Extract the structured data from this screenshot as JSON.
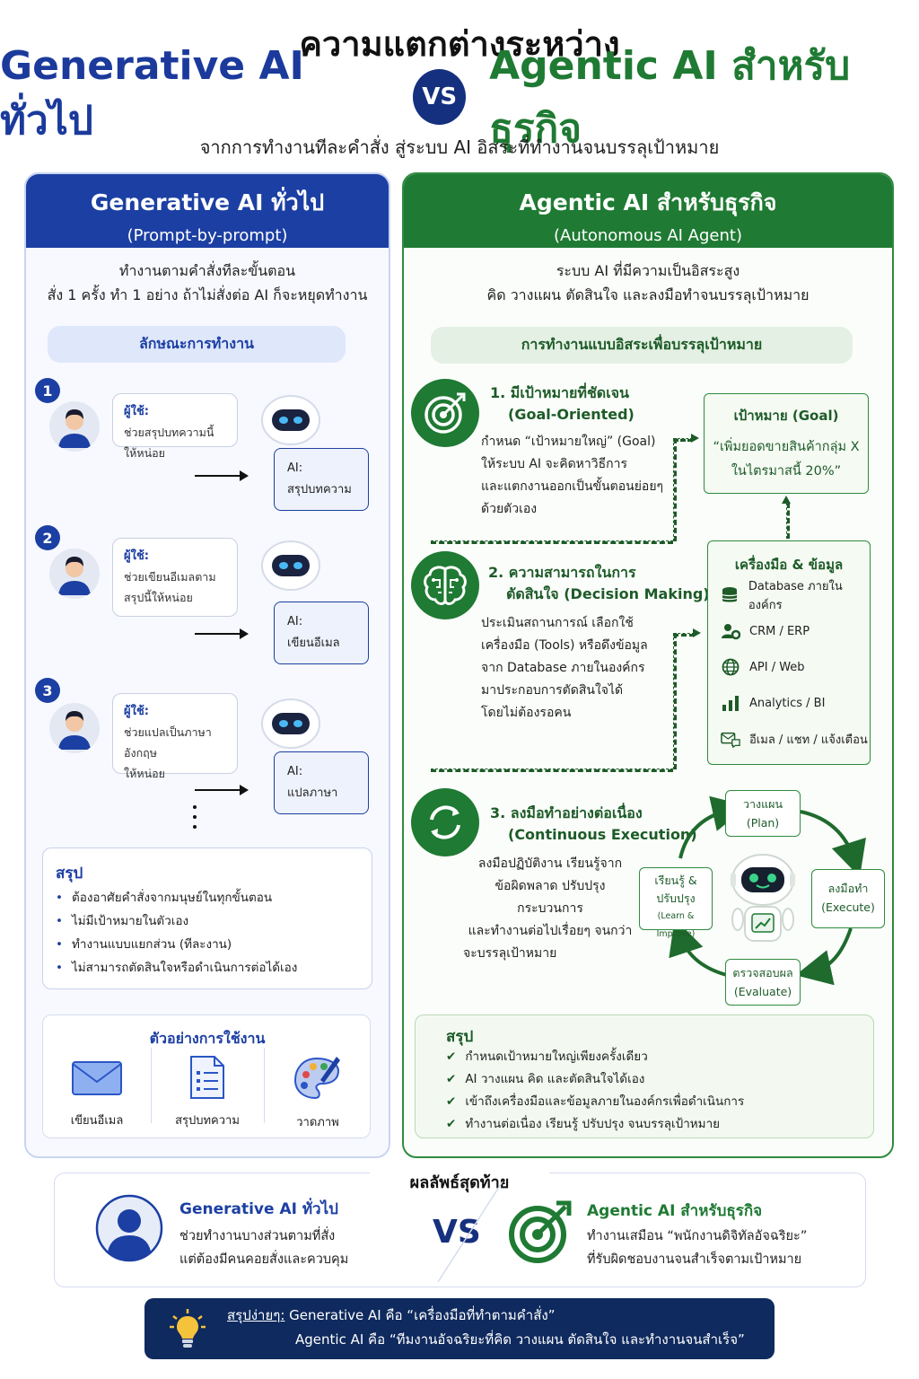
{
  "header": {
    "line1": "ความแตกต่างระหว่าง",
    "gen_title": "Generative AI ทั่วไป",
    "vs": "VS",
    "agent_title": "Agentic AI สำหรับธุรกิจ",
    "subtitle": "จากการทำงานทีละคำสั่ง สู่ระบบ AI อิสระที่ทำงานจนบรรลุเป้าหมาย"
  },
  "left": {
    "title": "Generative AI ทั่วไป",
    "subtitle": "(Prompt-by-prompt)",
    "intro1": "ทำงานตามคำสั่งทีละขั้นตอน",
    "intro2": "สั่ง 1 ครั้ง ทำ 1 อย่าง ถ้าไม่สั่งต่อ AI ก็จะหยุดทำงาน",
    "pill": "ลักษณะการทำงาน",
    "steps": [
      {
        "num": "1",
        "who": "ผู้ใช้:",
        "msg1": "ช่วยสรุปบทความนี้ให้หน่อย",
        "msg2": "",
        "ai_label": "AI:",
        "ai_result": "สรุปบทความ"
      },
      {
        "num": "2",
        "who": "ผู้ใช้:",
        "msg1": "ช่วยเขียนอีเมลตาม",
        "msg2": "สรุปนี้ให้หน่อย",
        "ai_label": "AI:",
        "ai_result": "เขียนอีเมล"
      },
      {
        "num": "3",
        "who": "ผู้ใช้:",
        "msg1": "ช่วยแปลเป็นภาษาอังกฤษ",
        "msg2": "ให้หน่อย",
        "ai_label": "AI:",
        "ai_result": "แปลภาษา"
      }
    ],
    "summary": {
      "title": "สรุป",
      "items": [
        "ต้องอาศัยคำสั่งจากมนุษย์ในทุกขั้นตอน",
        "ไม่มีเป้าหมายในตัวเอง",
        "ทำงานแบบแยกส่วน (ทีละงาน)",
        "ไม่สามารถตัดสินใจหรือดำเนินการต่อได้เอง"
      ]
    },
    "examples": {
      "title": "ตัวอย่างการใช้งาน",
      "items": [
        "เขียนอีเมล",
        "สรุปบทความ",
        "วาดภาพ"
      ]
    }
  },
  "right": {
    "title": "Agentic AI สำหรับธุรกิจ",
    "subtitle": "(Autonomous AI Agent)",
    "intro1": "ระบบ AI ที่มีความเป็นอิสระสูง",
    "intro2": "คิด วางแผน ตัดสินใจ และลงมือทำจนบรรลุเป้าหมาย",
    "pill": "การทำงานแบบอิสระเพื่อบรรลุเป้าหมาย",
    "features": [
      {
        "title1": "1. มีเป้าหมายที่ชัดเจน",
        "title2": "(Goal-Oriented)",
        "desc": [
          "กำหนด “เป้าหมายใหญ่” (Goal)",
          "ให้ระบบ AI จะคิดหาวิธีการ",
          "และแตกงานออกเป็นขั้นตอนย่อยๆ",
          "ด้วยตัวเอง"
        ]
      },
      {
        "title1": "2. ความสามารถในการ",
        "title2": "ตัดสินใจ (Decision Making)",
        "desc": [
          "ประเมินสถานการณ์ เลือกใช้",
          "เครื่องมือ (Tools) หรือดึงข้อมูล",
          "จาก Database ภายในองค์กร",
          "มาประกอบการตัดสินใจได้",
          "โดยไม่ต้องรอคน"
        ]
      },
      {
        "title1": "3. ลงมือทำอย่างต่อเนื่อง",
        "title2": "(Continuous Execution)",
        "desc": [
          "ลงมือปฏิบัติงาน เรียนรู้จาก",
          "ข้อผิดพลาด ปรับปรุงกระบวนการ",
          "และทำงานต่อไปเรื่อยๆ จนกว่า",
          "จะบรรลุเป้าหมาย"
        ]
      }
    ],
    "goal": {
      "title": "เป้าหมาย (Goal)",
      "line1": "“เพิ่มยอดขายสินค้ากลุ่ม X",
      "line2": "ในไตรมาสนี้ 20%”"
    },
    "tools": {
      "title": "เครื่องมือ & ข้อมูล",
      "items": [
        "Database ภายในองค์กร",
        "CRM / ERP",
        "API / Web",
        "Analytics / BI",
        "อีเมล / แชท / แจ้งเตือน"
      ]
    },
    "cycle": {
      "plan1": "วางแผน",
      "plan2": "(Plan)",
      "exec1": "ลงมือทำ",
      "exec2": "(Execute)",
      "eval1": "ตรวจสอบผล",
      "eval2": "(Evaluate)",
      "learn1": "เรียนรู้ &",
      "learn2": "ปรับปรุง",
      "learn3": "(Learn & Improve)"
    },
    "summary": {
      "title": "สรุป",
      "items": [
        "กำหนดเป้าหมายใหญ่เพียงครั้งเดียว",
        "AI วางแผน คิด และตัดสินใจได้เอง",
        "เข้าถึงเครื่องมือและข้อมูลภายในองค์กรเพื่อดำเนินการ",
        "ทำงานต่อเนื่อง เรียนรู้ ปรับปรุง จนบรรลุเป้าหมาย"
      ]
    }
  },
  "final": {
    "title": "ผลลัพธ์สุดท้าย",
    "gen_title": "Generative AI ทั่วไป",
    "gen_l1": "ช่วยทำงานบางส่วนตามที่สั่ง",
    "gen_l2": "แต่ต้องมีคนคอยสั่งและควบคุม",
    "vs": "VS",
    "agt_title": "Agentic AI สำหรับธุรกิจ",
    "agt_l1": "ทำงานเสมือน “พนักงานดิจิทัลอัจฉริยะ”",
    "agt_l2": "ที่รับผิดชอบงานจนสำเร็จตามเป้าหมาย"
  },
  "tip": {
    "label": "สรุปง่ายๆ:",
    "l1": " Generative AI คือ  “เครื่องมือที่ทำตามคำสั่ง”",
    "l2": "Agentic AI คือ “ทีมงานอัจฉริยะที่คิด วางแผน ตัดสินใจ และทำงานจนสำเร็จ”"
  },
  "colors": {
    "blue": "#1c3fa3",
    "navy": "#15307e",
    "green": "#1f7a33",
    "dark_green": "#1d5b28"
  }
}
